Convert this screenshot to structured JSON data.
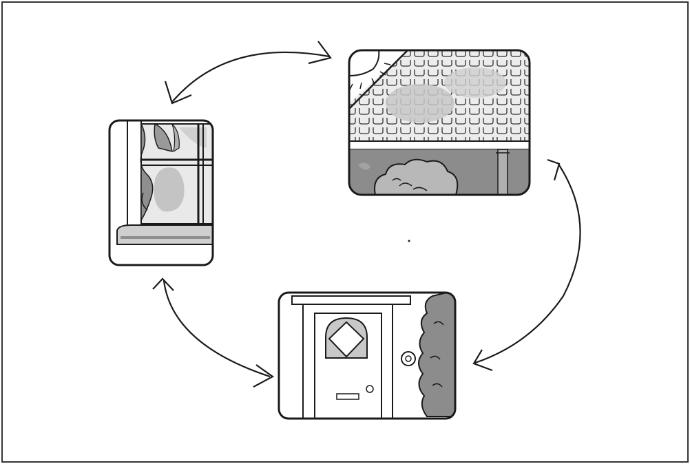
{
  "diagram": {
    "kind": "cycle",
    "panels": [
      {
        "id": "window",
        "subject": "window-with-curtain"
      },
      {
        "id": "roof",
        "subject": "tiled-roof-with-sun"
      },
      {
        "id": "door",
        "subject": "front-door-with-hedge"
      }
    ],
    "arrows": [
      {
        "between": [
          "window",
          "roof"
        ],
        "direction": "bidirectional"
      },
      {
        "between": [
          "roof",
          "door"
        ],
        "direction": "bidirectional"
      },
      {
        "between": [
          "door",
          "window"
        ],
        "direction": "bidirectional"
      }
    ],
    "colors": {
      "ink": "#1a1a1a",
      "shade": "#9a9a9a",
      "light_shade": "#c8c8c8",
      "paper": "#ffffff",
      "frame": "#333333"
    }
  }
}
